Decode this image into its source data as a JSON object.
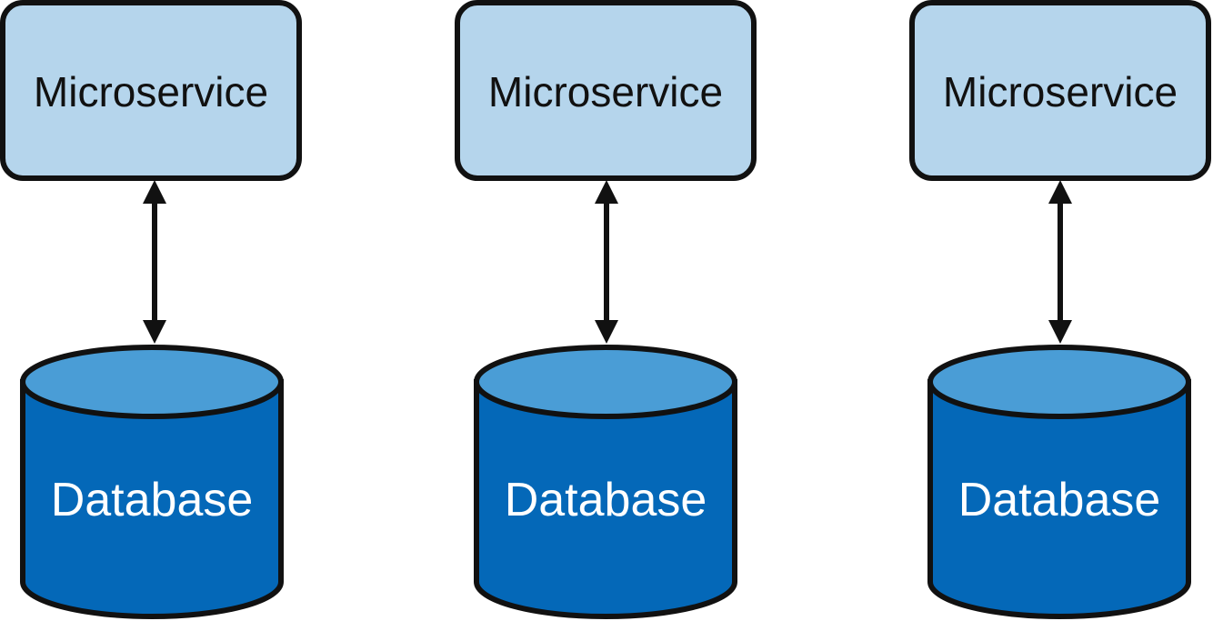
{
  "colors": {
    "service_fill": "#b5d5ec",
    "database_body": "#0468b8",
    "database_top": "#4a9dd6",
    "outline": "#111111",
    "database_text": "#ffffff"
  },
  "pairs": [
    {
      "service": {
        "label": "Microservice",
        "icon": "microservice-box"
      },
      "database": {
        "label": "Database",
        "icon": "database-cylinder-icon"
      },
      "connection": "bidirectional-arrow"
    },
    {
      "service": {
        "label": "Microservice",
        "icon": "microservice-box"
      },
      "database": {
        "label": "Database",
        "icon": "database-cylinder-icon"
      },
      "connection": "bidirectional-arrow"
    },
    {
      "service": {
        "label": "Microservice",
        "icon": "microservice-box"
      },
      "database": {
        "label": "Database",
        "icon": "database-cylinder-icon"
      },
      "connection": "bidirectional-arrow"
    }
  ]
}
